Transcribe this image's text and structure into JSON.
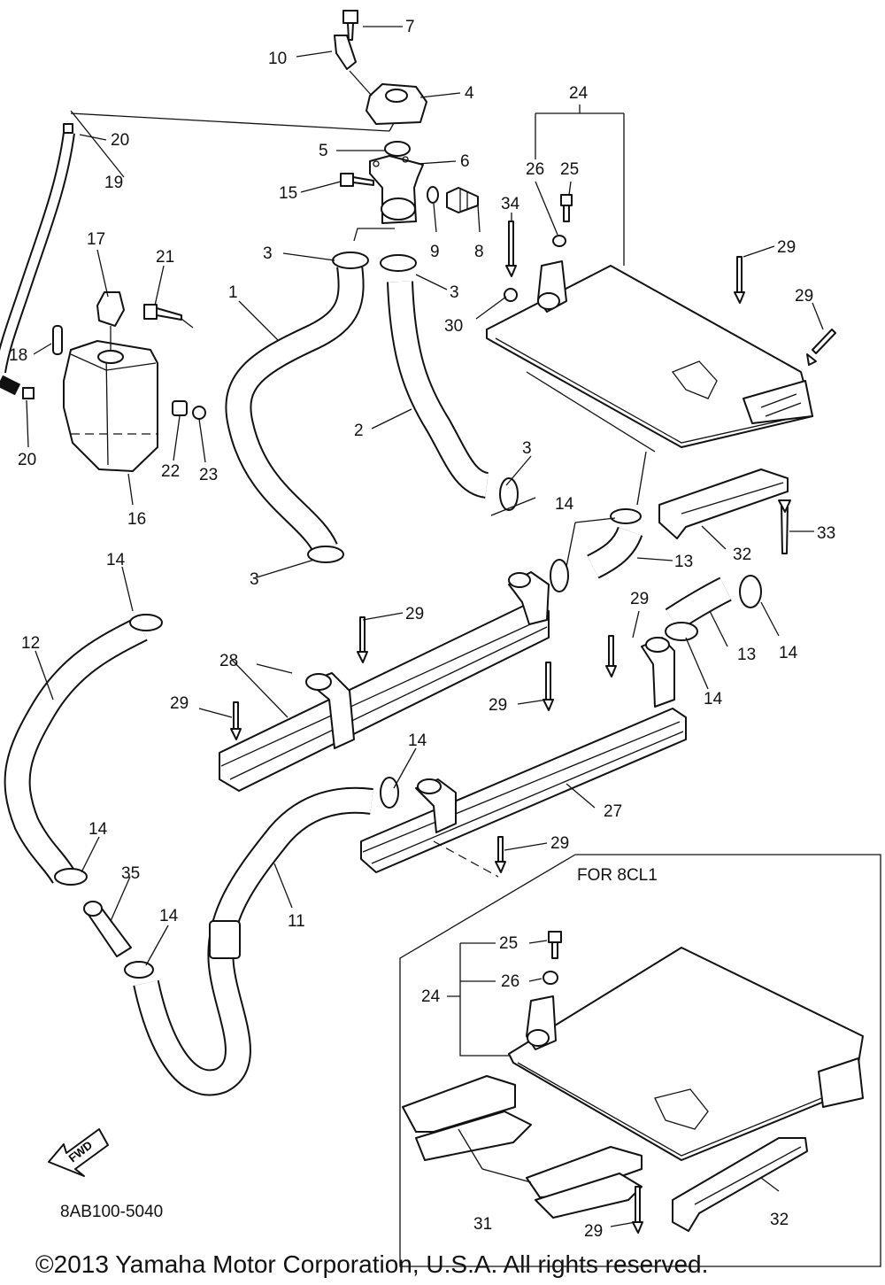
{
  "diagram": {
    "variant_label": "FOR 8CL1",
    "part_code": "8AB100-5040",
    "fwd_label": "FWD",
    "copyright": "©2013 Yamaha Motor Corporation, U.S.A. All rights reserved."
  },
  "callouts": {
    "c1": "1",
    "c2": "2",
    "c3a": "3",
    "c3b": "3",
    "c3c": "3",
    "c3d": "3",
    "c4": "4",
    "c5": "5",
    "c6": "6",
    "c7": "7",
    "c8": "8",
    "c9": "9",
    "c10": "10",
    "c11": "11",
    "c12": "12",
    "c13a": "13",
    "c13b": "13",
    "c14a": "14",
    "c14b": "14",
    "c14c": "14",
    "c14d": "14",
    "c14e": "14",
    "c14f": "14",
    "c14g": "14",
    "c15": "15",
    "c16": "16",
    "c17": "17",
    "c18": "18",
    "c19": "19",
    "c20a": "20",
    "c20b": "20",
    "c21": "21",
    "c22": "22",
    "c23": "23",
    "c24a": "24",
    "c24b": "24",
    "c25a": "25",
    "c25b": "25",
    "c26a": "26",
    "c26b": "26",
    "c27": "27",
    "c28": "28",
    "c29a": "29",
    "c29b": "29",
    "c29c": "29",
    "c29d": "29",
    "c29e": "29",
    "c29f": "29",
    "c29g": "29",
    "c29h": "29",
    "c30": "30",
    "c31": "31",
    "c32a": "32",
    "c32b": "32",
    "c33": "33",
    "c34": "34",
    "c35": "35"
  }
}
